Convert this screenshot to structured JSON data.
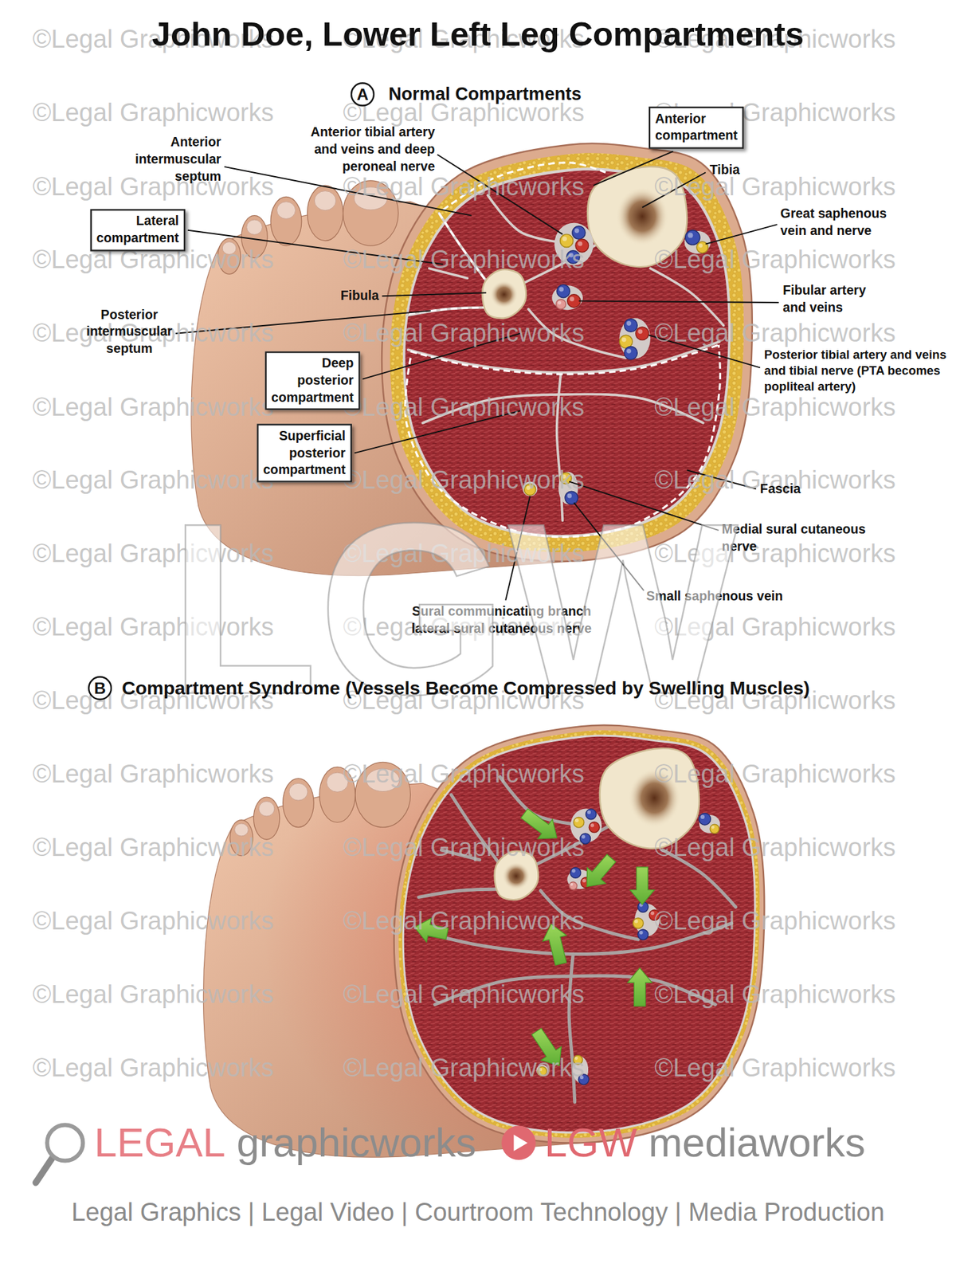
{
  "diagram": {
    "title": "John Doe, Lower Left Leg Compartments",
    "nodes": [
      {
        "text": [
          "A"
        ]
      },
      {
        "text": [
          "Anterior compartment"
        ]
      },
      {
        "text": [
          "Lateral compartment"
        ]
      },
      {
        "text": [
          "Deep posterior compartment"
        ]
      },
      {
        "text": [
          "Superficial posterior compartment"
        ]
      },
      {
        "text": [
          "B"
        ]
      }
    ],
    "labels": [
      "©Legal Graphicworks",
      "©Legal Graphicworks",
      "©Legal Graphicworks",
      "©Legal Graphicworks",
      "©Legal Graphicworks",
      "©Legal Graphicworks",
      "©Legal Graphicworks",
      "©Legal Graphicworks",
      "©Legal Graphicworks",
      "©Legal Graphicworks",
      "©Legal Graphicworks",
      "©Legal Graphicworks",
      "©Legal Graphicworks",
      "©Legal Graphicworks",
      "©Legal Graphicworks",
      "©Legal Graphicworks",
      "©Legal Graphicworks",
      "©Legal Graphicworks",
      "©Legal Graphicworks",
      "©Legal Graphicworks",
      "©Legal Graphicworks",
      "©Legal Graphicworks",
      "©Legal Graphicworks",
      "©Legal Graphicworks",
      "©Legal Graphicworks",
      "©Legal Graphicworks",
      "©Legal Graphicworks",
      "©Legal Graphicworks",
      "©Legal Graphicworks",
      "©Legal Graphicworks",
      "©Legal Graphicworks",
      "©Legal Graphicworks",
      "©Legal Graphicworks",
      "©Legal Graphicworks",
      "©Legal Graphicworks",
      "©Legal Graphicworks",
      "©Legal Graphicworks",
      "©Legal Graphicworks",
      "©Legal Graphicworks",
      "©Legal Graphicworks",
      "©Legal Graphicworks",
      "©Legal Graphicworks",
      "©Legal Graphicworks",
      "©Legal Graphicworks",
      "©Legal Graphicworks",
      "Normal Compartments",
      "Anterior intermuscular septum",
      "Anterior tibial artery and veins and deep peroneal nerve",
      "Tibia",
      "Great saphenous vein and nerve",
      "Fibula",
      "Fibular artery and veins",
      "Posterior intermuscular septum",
      "Posterior tibial artery and veins and tibial nerve (PTA becomes popliteal artery)",
      "Fascia",
      "Medial sural cutaneous nerve",
      "Small saphenous vein",
      "Sural communicating branch lateral sural cutaneous nerve",
      "LGW",
      "Compartment Syndrome (Vessels Become Compressed by Swelling Muscles)",
      "LEGAL",
      "graphicworks",
      "LGW",
      "mediaworks",
      "Legal Graphics | Legal Video | Courtroom Technology | Media Production"
    ]
  }
}
